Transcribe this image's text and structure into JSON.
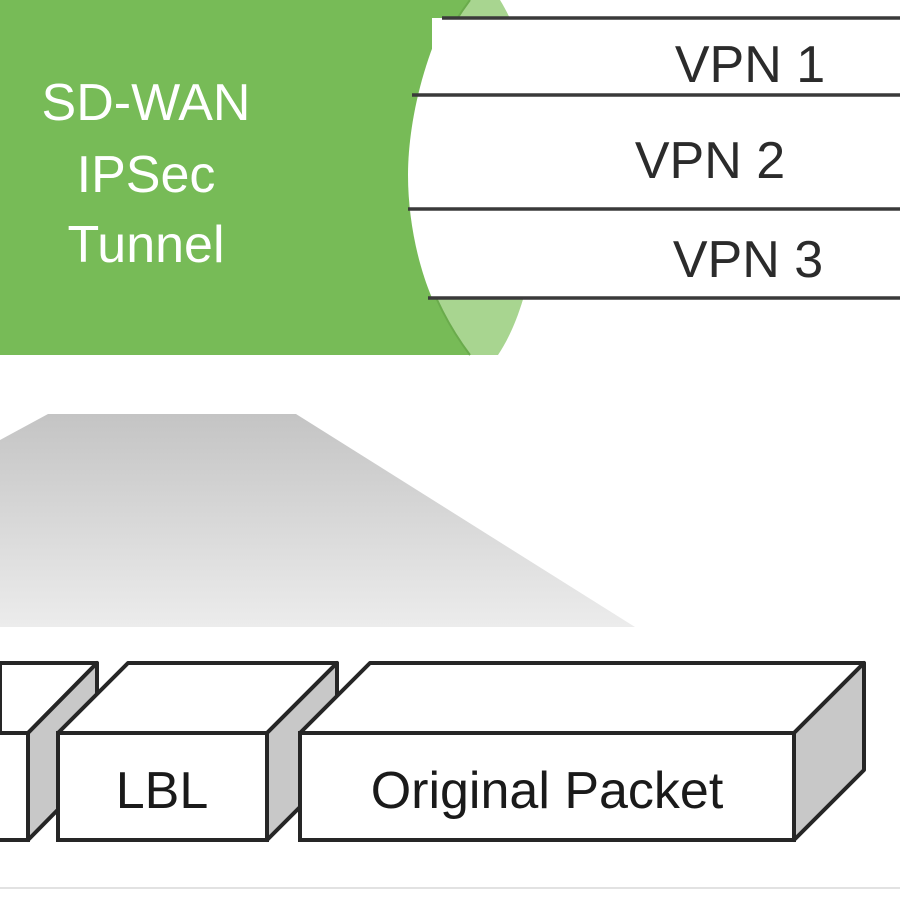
{
  "tunnel": {
    "line1": "SD-WAN",
    "line2": "IPSec",
    "line3": "Tunnel",
    "color": "#77bb57",
    "end_color": "#a8d590"
  },
  "vpns": [
    {
      "label": "VPN 1"
    },
    {
      "label": "VPN 2"
    },
    {
      "label": "VPN 3"
    }
  ],
  "packet": {
    "label_field": "LBL",
    "payload_field": "Original Packet"
  }
}
